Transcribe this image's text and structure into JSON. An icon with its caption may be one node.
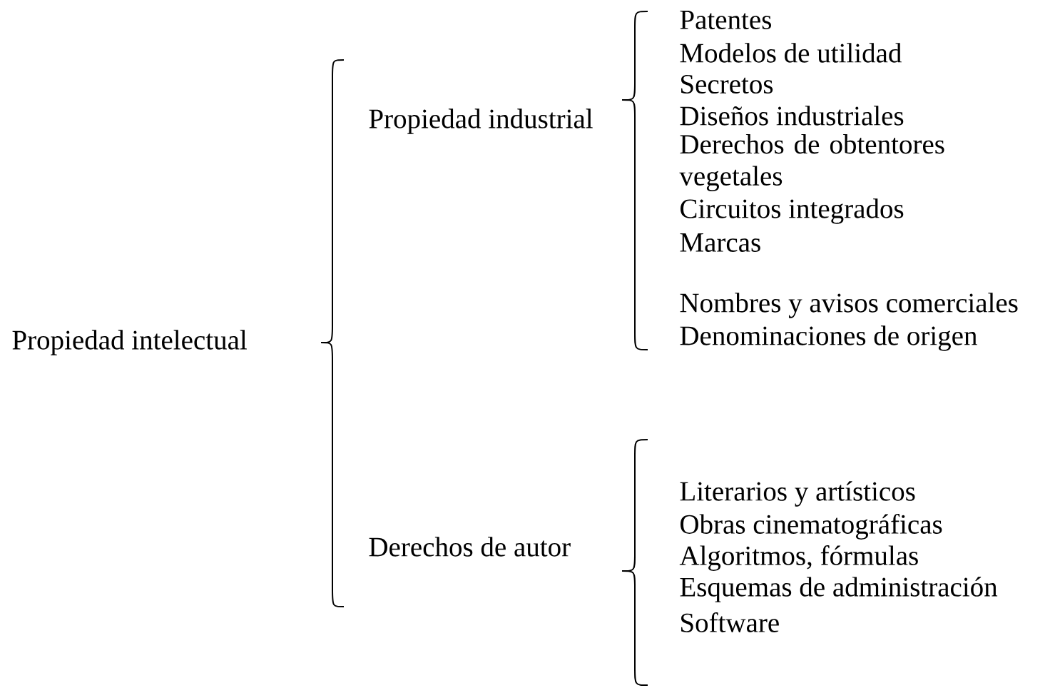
{
  "diagram": {
    "labels": [
      "Propiedad intelectual",
      "Propiedad industrial",
      "Patentes",
      "Modelos de utilidad",
      "Secretos",
      "Diseños industriales",
      "Derechos de obtentores vegetales",
      "Circuitos integrados",
      "Marcas",
      "Nombres y avisos comerciales",
      "Denominaciones de origen",
      "Derechos de autor",
      "Literarios y artísticos",
      "Obras cinematográficas",
      "Algoritmos, fórmulas",
      "Esquemas de administración",
      "Software"
    ]
  }
}
